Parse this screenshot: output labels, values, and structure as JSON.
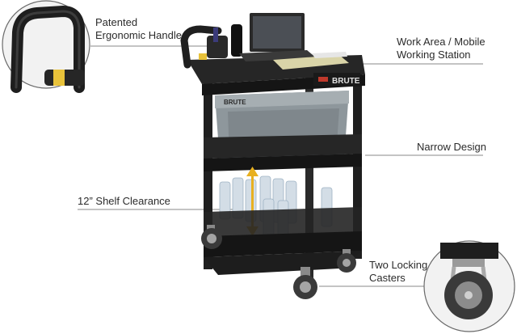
{
  "callouts": {
    "handle": {
      "line1": "Patented",
      "line2": "Ergonomic Handle"
    },
    "work_area": {
      "line1": "Work Area / Mobile",
      "line2": "Working Station"
    },
    "narrow": {
      "text": "Narrow Design"
    },
    "shelf": {
      "text": "12” Shelf Clearance"
    },
    "casters": {
      "line1": "Two Locking",
      "line2": "Casters"
    }
  },
  "product": {
    "brand_mark": "BRUTE",
    "bin_mark": "BRUTE"
  },
  "colors": {
    "cart": "#1f1f1f",
    "bin": "#8e979c",
    "handle_band": "#e8c23a",
    "callout_line": "#8a8a8a",
    "text": "#2b2b2b"
  }
}
